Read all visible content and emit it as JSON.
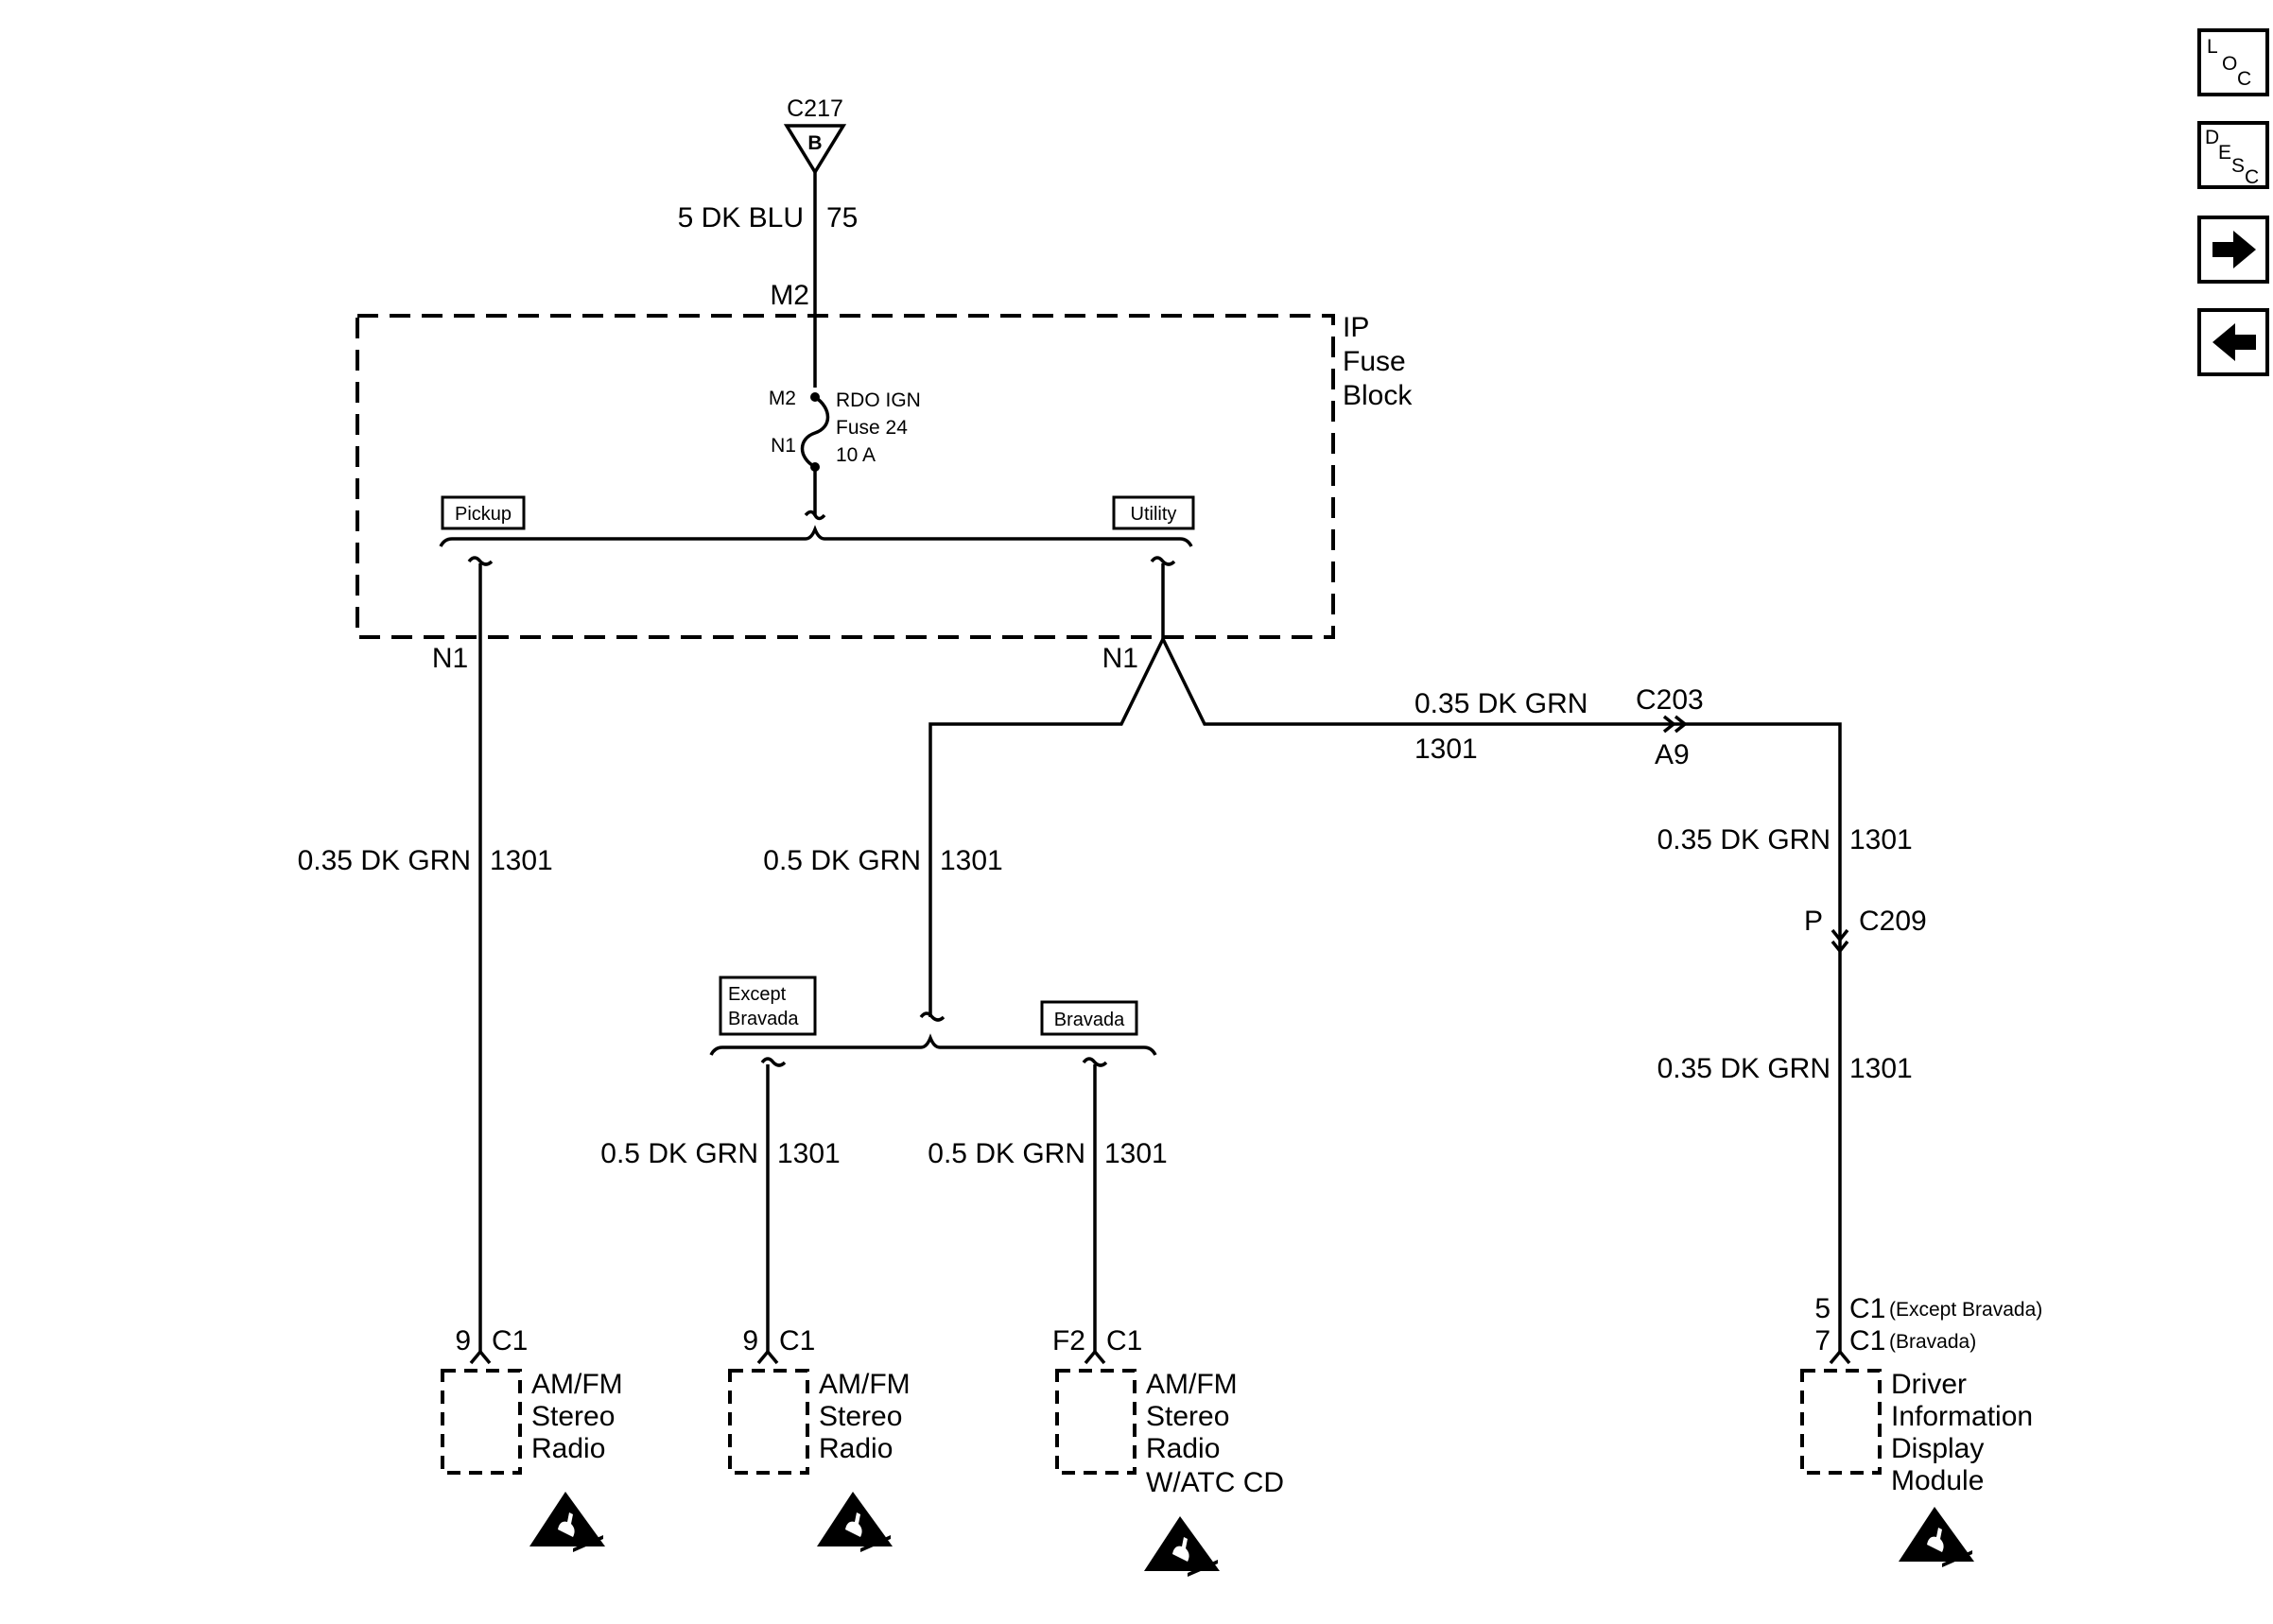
{
  "connectors": {
    "c217": {
      "id": "C217",
      "pin": "B"
    },
    "c203": {
      "id": "C203",
      "pin": "A9"
    },
    "c209": {
      "id": "C209",
      "pin": "P"
    }
  },
  "wires": {
    "feed": {
      "gauge_color": "5 DK BLU",
      "circuit": "75"
    },
    "pickup": {
      "gauge_color": "0.35 DK GRN",
      "circuit": "1301"
    },
    "utility_left": {
      "gauge_color": "0.5 DK GRN",
      "circuit": "1301"
    },
    "utility_right": {
      "gauge_color": "0.35 DK GRN",
      "circuit": "1301"
    },
    "dim_upper": {
      "gauge_color": "0.35 DK GRN",
      "circuit": "1301"
    },
    "dim_lower": {
      "gauge_color": "0.35 DK GRN",
      "circuit": "1301"
    },
    "except_bravada": {
      "gauge_color": "0.5 DK GRN",
      "circuit": "1301"
    },
    "bravada": {
      "gauge_color": "0.5 DK GRN",
      "circuit": "1301"
    }
  },
  "fuse_block": {
    "title_lines": [
      "IP",
      "Fuse",
      "Block"
    ],
    "in_pin": "M2",
    "fuse_in": "M2",
    "fuse_out": "N1",
    "fuse_lines": [
      "RDO IGN",
      "Fuse 24",
      "10 A"
    ],
    "out_left_pin": "N1",
    "out_right_pin": "N1"
  },
  "options": {
    "pickup": "Pickup",
    "utility": "Utility",
    "except_bravada": [
      "Except",
      "Bravada"
    ],
    "bravada": "Bravada"
  },
  "components": {
    "radio_1": {
      "pin": "9",
      "conn": "C1",
      "lines": [
        "AM/FM",
        "Stereo",
        "Radio"
      ]
    },
    "radio_2": {
      "pin": "9",
      "conn": "C1",
      "lines": [
        "AM/FM",
        "Stereo",
        "Radio"
      ]
    },
    "radio_3": {
      "pin": "F2",
      "conn": "C1",
      "lines": [
        "AM/FM",
        "Stereo",
        "Radio",
        "W/ATC CD"
      ]
    },
    "dim": {
      "pin_a": "5",
      "conn_a": "C1",
      "note_a": "(Except Bravada)",
      "pin_b": "7",
      "conn_b": "C1",
      "note_b": "(Bravada)",
      "lines": [
        "Driver",
        "Information",
        "Display",
        "Module"
      ]
    }
  },
  "nav": {
    "loc": [
      "L",
      "O",
      "C"
    ],
    "desc": [
      "D",
      "E",
      "S",
      "C"
    ],
    "next_icon": "arrow-right-icon",
    "prev_icon": "arrow-left-icon"
  },
  "icons": {
    "esd": "esd-warning-icon"
  }
}
